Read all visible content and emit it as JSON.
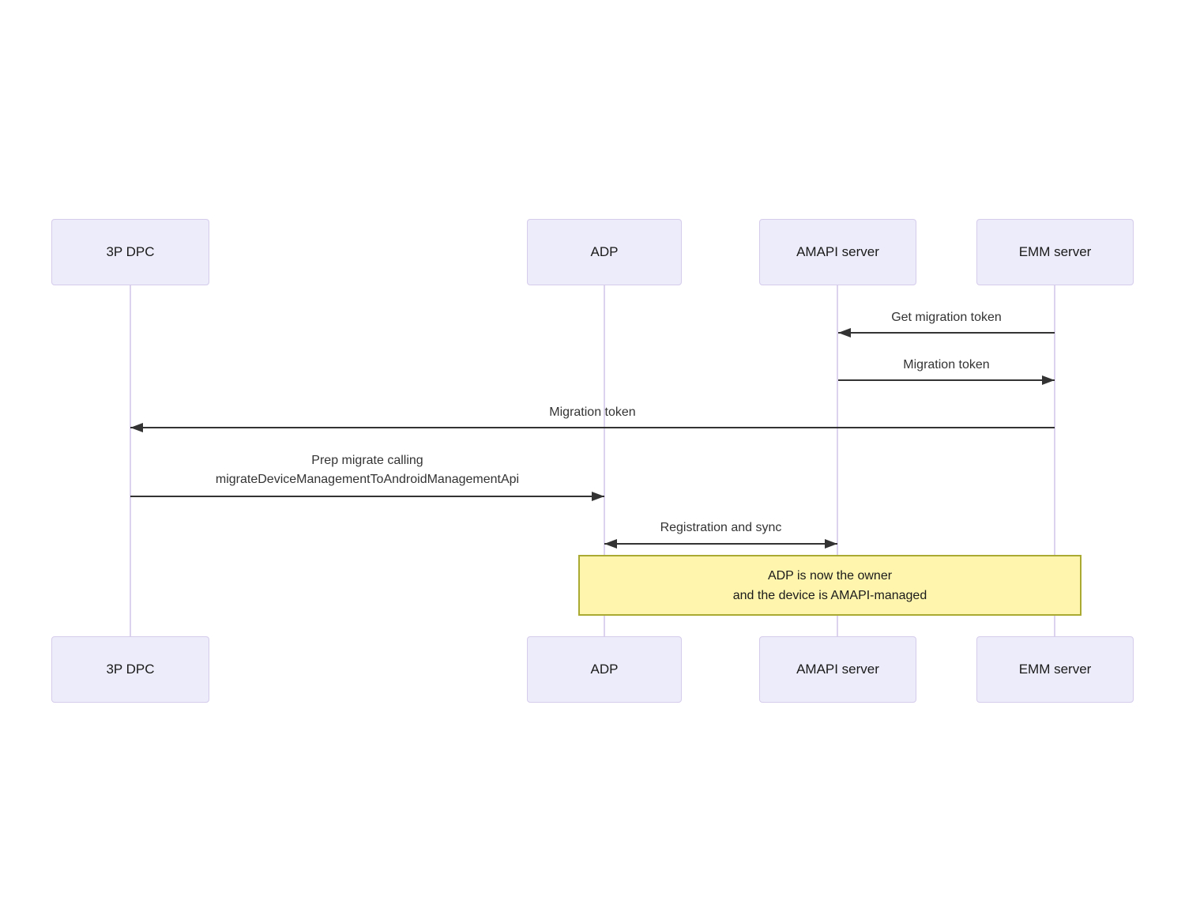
{
  "diagram_type": "sequence",
  "colors": {
    "background": "#FFFFFF",
    "actor_fill": "#ECECFA",
    "actor_border": "#D5CCEC",
    "lifeline": "#DCD4EE",
    "arrow": "#333333",
    "message_text": "#333333",
    "note_fill": "#FFF5AD",
    "note_border": "#AAAA33"
  },
  "actors": [
    {
      "label": "3P DPC"
    },
    {
      "label": "ADP"
    },
    {
      "label": "AMAPI server"
    },
    {
      "label": "EMM server"
    }
  ],
  "messages": [
    {
      "text": "Get migration token",
      "from": "EMM server",
      "to": "AMAPI server",
      "direction": "left"
    },
    {
      "text": "Migration token",
      "from": "AMAPI server",
      "to": "EMM server",
      "direction": "right"
    },
    {
      "text": "Migration token",
      "from": "EMM server",
      "to": "3P DPC",
      "direction": "left"
    },
    {
      "line1": "Prep migrate calling",
      "line2": "migrateDeviceManagementToAndroidManagementApi",
      "from": "3P DPC",
      "to": "ADP",
      "direction": "right"
    },
    {
      "text": "Registration and sync",
      "from": "ADP",
      "to": "AMAPI server",
      "direction": "both"
    }
  ],
  "note": {
    "over": "ADP, EMM server",
    "line1": "ADP is now the owner",
    "line2": "and the device is AMAPI-managed"
  }
}
